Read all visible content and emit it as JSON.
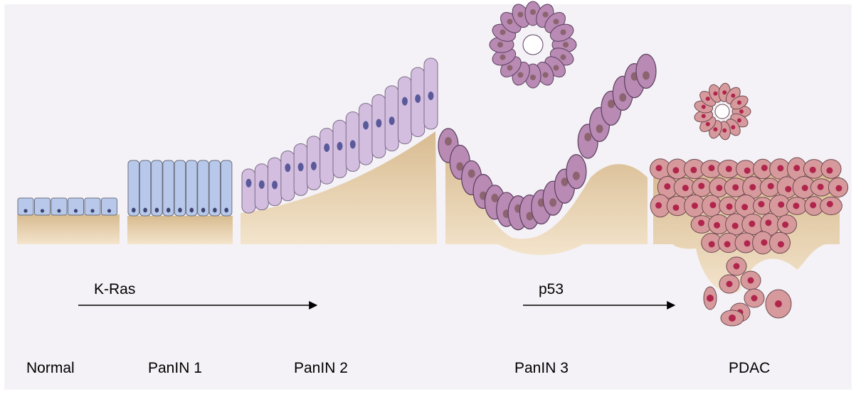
{
  "stages": {
    "normal": "Normal",
    "panin1": "PanIN 1",
    "panin2": "PanIN 2",
    "panin3": "PanIN 3",
    "pdac": "PDAC"
  },
  "markers": {
    "kras": "K-Ras",
    "p53": "p53"
  },
  "colors": {
    "background": "#f4f2f6",
    "stroma": "#ecd9b8",
    "normal_cell": "#b8c8ea",
    "panin2_cell": "#d4bee0",
    "panin3_cell": "#b88ab4",
    "pdac_cell": "#d69a9c",
    "pdac_nucleus": "#b0254c"
  }
}
